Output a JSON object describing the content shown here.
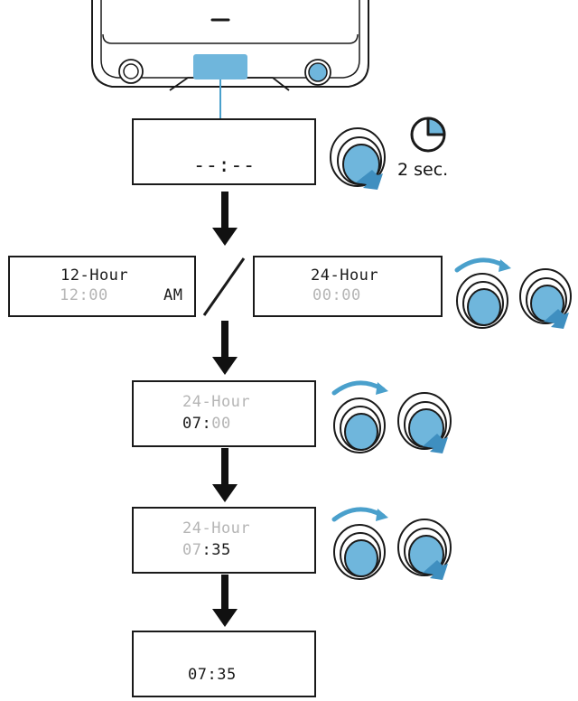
{
  "timer": {
    "label": "2 sec."
  },
  "displays": {
    "blank_time": "--:--",
    "h12": {
      "title": "12-Hour",
      "time": "12:00",
      "ampm": "AM"
    },
    "h24": {
      "title": "24-Hour",
      "time": "00:00"
    },
    "hour_set": {
      "title": "24-Hour",
      "hour": "07",
      "sep": ":",
      "minute": "00"
    },
    "minute_set": {
      "title": "24-Hour",
      "hour": "07",
      "sep": ":",
      "minute": "35"
    },
    "final_time": "07:35"
  },
  "colors": {
    "accent": "#6fb6dc",
    "ring": "#1a1a1a",
    "dim_text": "#b5b5b5"
  },
  "icons": [
    "device-top-icon",
    "knob-press-icon",
    "clock-timer-icon",
    "knob-rotate-icon",
    "down-arrow-icon"
  ]
}
